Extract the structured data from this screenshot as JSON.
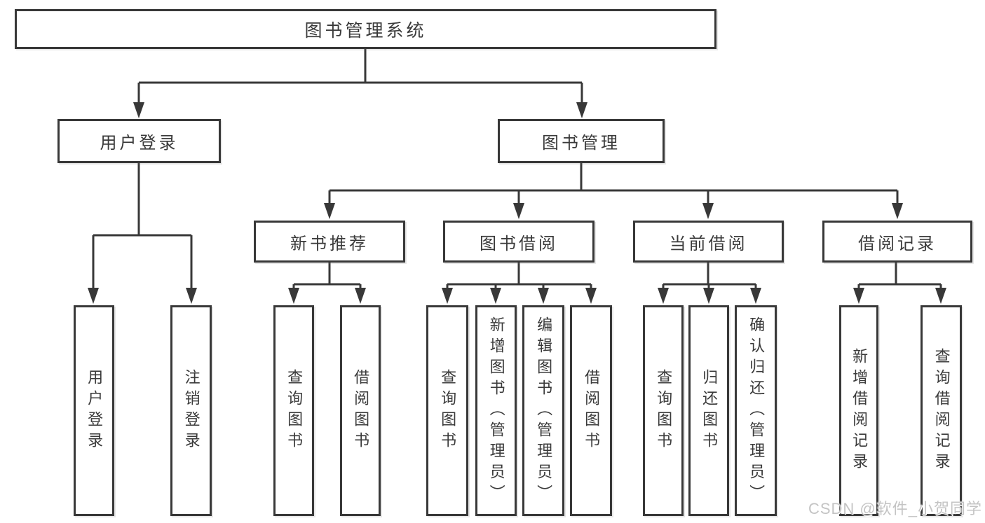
{
  "tree": {
    "root": {
      "label": "图书管理系统",
      "children": [
        {
          "label": "用户登录",
          "children": [
            {
              "label": "用户登录"
            },
            {
              "label": "注销登录"
            }
          ]
        },
        {
          "label": "图书管理",
          "children": [
            {
              "label": "新书推荐",
              "children": [
                {
                  "label": "查询图书"
                },
                {
                  "label": "借阅图书"
                }
              ]
            },
            {
              "label": "图书借阅",
              "children": [
                {
                  "label": "查询图书"
                },
                {
                  "label": "新增图书（管理员）"
                },
                {
                  "label": "编辑图书（管理员）"
                },
                {
                  "label": "借阅图书"
                }
              ]
            },
            {
              "label": "当前借阅",
              "children": [
                {
                  "label": "查询图书"
                },
                {
                  "label": "归还图书"
                },
                {
                  "label": "确认归还（管理员）"
                }
              ]
            },
            {
              "label": "借阅记录",
              "children": [
                {
                  "label": "新增借阅记录"
                },
                {
                  "label": "查询借阅记录"
                }
              ]
            }
          ]
        }
      ]
    }
  },
  "watermark": {
    "text": "CSDN @软件_小贺同学"
  },
  "colors": {
    "line": "#383838",
    "text": "#3a3a3a",
    "background": "#ffffff",
    "watermark": "#c4c4c4"
  }
}
